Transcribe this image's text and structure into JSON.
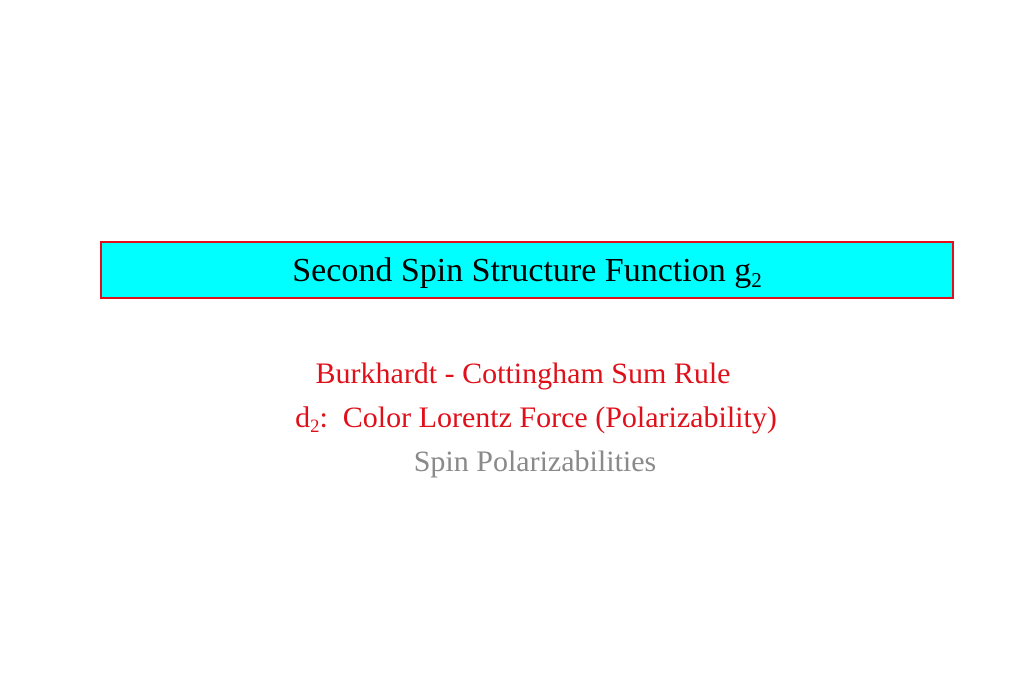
{
  "title": {
    "main": "Second Spin Structure Function g",
    "subscript": "2"
  },
  "colors": {
    "title_box_fill": "#00ffff",
    "title_box_border": "#e0101a",
    "highlight_text": "#e0101a",
    "muted_text": "#8a8a8a"
  },
  "topics": {
    "line1": "Burkhardt - Cottingham Sum Rule",
    "line2_prefix": "d",
    "line2_subscript": "2",
    "line2_rest": ":  Color Lorentz Force (Polarizability)",
    "line3": "Spin Polarizabilities"
  }
}
